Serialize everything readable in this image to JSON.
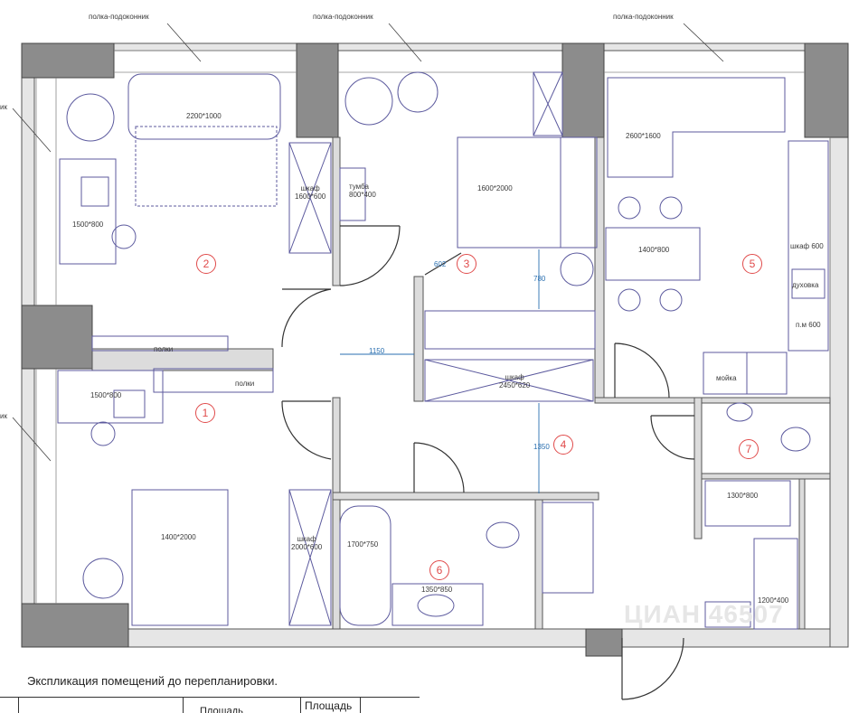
{
  "labels": {
    "sill_1": "полка-подоконник",
    "sill_2": "полка-подоконник",
    "sill_3": "полка-подоконник",
    "edge_1": "ик",
    "edge_2": "ик",
    "sofa_1": "2200*1000",
    "desk_1": "1500*800",
    "wardrobe_1": "шкаф\n1600*600",
    "nightstand": "тумба\n800*400",
    "bed_1": "1600*2000",
    "dim_602": "602",
    "dim_780": "780",
    "sofa_2": "2600*1600",
    "table_1": "1400*800",
    "wardrobe_kitchen": "шкаф 600",
    "oven": "духовка",
    "pm_600": "п.м 600",
    "shelves_1": "полки",
    "shelves_2": "полки",
    "dim_1150": "1150",
    "desk_2": "1500*800",
    "wardrobe_2": "шкаф\n2450*620",
    "sink_k": "мойка",
    "dim_1350": "1350",
    "bed_2": "1400*2000",
    "wardrobe_3": "шкаф\n2000*600",
    "bath": "1700*750",
    "vanity": "1350*850",
    "shower": "1300*800",
    "rack": "1200*400"
  },
  "rooms": [
    "1",
    "2",
    "3",
    "4",
    "5",
    "6",
    "7"
  ],
  "caption": "Экспликация помещений до перепланировки.",
  "table_header": {
    "col_area": "Площадь",
    "col_area_2": "Площадь"
  },
  "watermark": "ЦИАН 46507"
}
